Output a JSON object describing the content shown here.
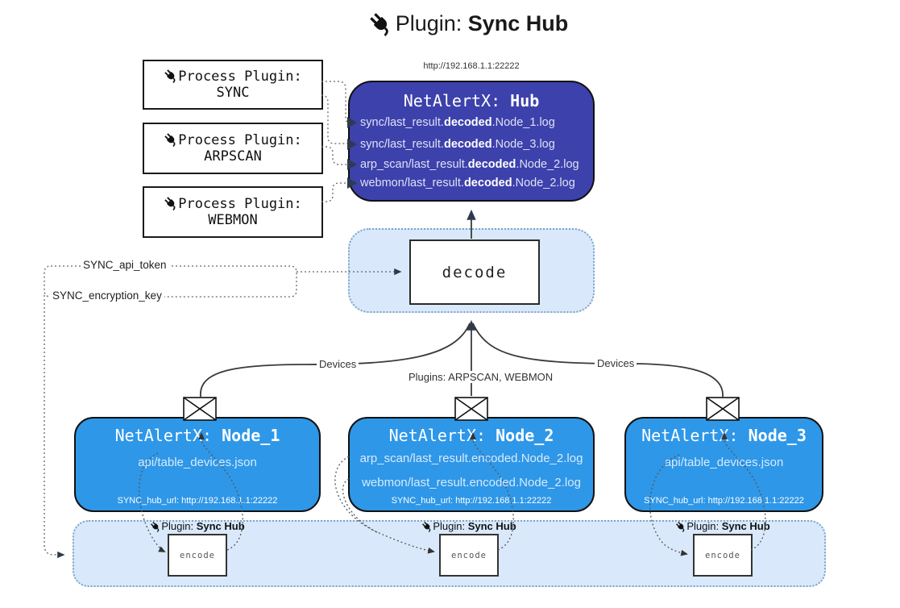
{
  "title": {
    "prefix": "Plugin:",
    "name": "Sync Hub"
  },
  "process_plugins": [
    {
      "label": "Process Plugin:",
      "name": "SYNC"
    },
    {
      "label": "Process Plugin:",
      "name": "ARPSCAN"
    },
    {
      "label": "Process Plugin:",
      "name": "WEBMON"
    }
  ],
  "hub": {
    "url": "http://192.168.1.1:22222",
    "title_prefix": "NetAlertX:",
    "title_name": "Hub",
    "logs": [
      {
        "pre": "sync/last_result.",
        "bold": "decoded",
        "post": ".Node_1.log"
      },
      {
        "pre": "sync/last_result.",
        "bold": "decoded",
        "post": ".Node_3.log"
      },
      {
        "pre": "arp_scan/last_result.",
        "bold": "decoded",
        "post": ".Node_2.log"
      },
      {
        "pre": "webmon/last_result.",
        "bold": "decoded",
        "post": ".Node_2.log"
      }
    ]
  },
  "decode_label": "decode",
  "config": {
    "api_token": "SYNC_api_token",
    "encryption_key": "SYNC_encryption_key"
  },
  "edge_labels": {
    "devices_left": "Devices",
    "devices_right": "Devices",
    "plugins_mid": "Plugins: ARPSCAN, WEBMON"
  },
  "nodes": [
    {
      "title_prefix": "NetAlertX:",
      "title_name": "Node_1",
      "file1": "api/table_devices.json",
      "hub_url": "SYNC_hub_url: http://192.168.1.1:22222"
    },
    {
      "title_prefix": "NetAlertX:",
      "title_name": "Node_2",
      "file1": "arp_scan/last_result.encoded.Node_2.log",
      "file2": "webmon/last_result.encoded.Node_2.log",
      "hub_url": "SYNC_hub_url: http://192.168.1.1:22222"
    },
    {
      "title_prefix": "NetAlertX:",
      "title_name": "Node_3",
      "file1": "api/table_devices.json",
      "hub_url": "SYNC_hub_url: http://192.168.1.1:22222"
    }
  ],
  "encode_band": {
    "plugin_prefix": "Plugin:",
    "plugin_name": "Sync Hub",
    "encode_label": "encode"
  },
  "colors": {
    "hub_fill": "#3d41ab",
    "node_fill": "#2e97e8",
    "panel_fill": "#d9e9fb",
    "panel_border": "#7fa3c9",
    "arrow_dark": "#2e3b4e",
    "dotted_line": "#666666"
  }
}
